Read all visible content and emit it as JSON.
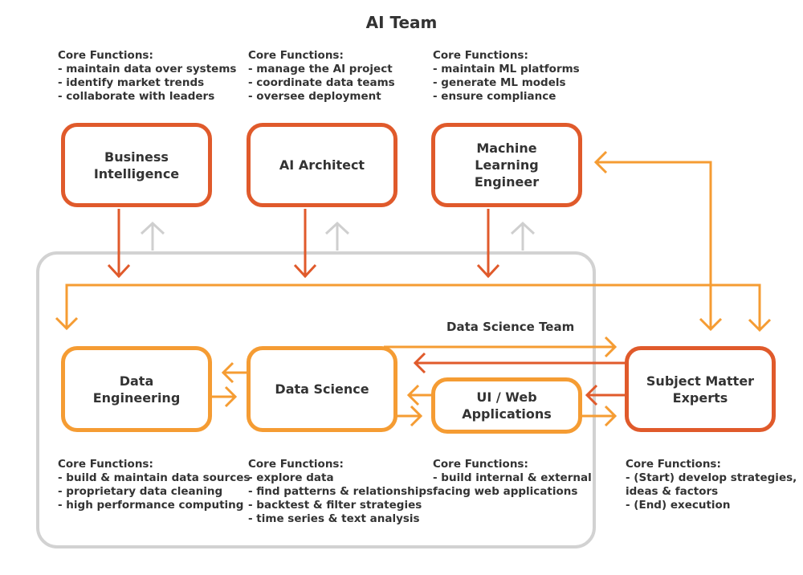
{
  "title": "AI Team",
  "data_science_team_label": "Data Science Team",
  "boxes": {
    "business_intelligence": "Business\nIntelligence",
    "ai_architect": "AI Architect",
    "ml_engineer": "Machine Learning\nEngineer",
    "data_engineering": "Data\nEngineering",
    "data_science": "Data Science",
    "ui_web": "UI / Web\nApplications",
    "sme": "Subject Matter\nExperts"
  },
  "core_functions": {
    "business_intelligence": [
      "Core Functions:",
      "- maintain data over systems",
      "- identify market trends",
      "- collaborate with leaders"
    ],
    "ai_architect": [
      "Core Functions:",
      "- manage the AI project",
      "- coordinate data teams",
      "- oversee deployment"
    ],
    "ml_engineer": [
      "Core Functions:",
      "- maintain ML platforms",
      "- generate ML models",
      "- ensure compliance"
    ],
    "data_engineering": [
      "Core Functions:",
      "- build & maintain data sources",
      "- proprietary data cleaning",
      "- high performance computing"
    ],
    "data_science": [
      "Core Functions:",
      "- explore data",
      "- find patterns & relationships",
      "- backtest & filter strategies",
      "- time series & text analysis"
    ],
    "ui_web": [
      "Core Functions:",
      "- build internal & external",
      "facing web applications"
    ],
    "sme": [
      "Core Functions:",
      "- (Start) develop strategies,",
      "ideas & factors",
      "- (End) execution"
    ]
  },
  "colors": {
    "red": "#e05a2b",
    "orange": "#f59c33",
    "gray": "#d2d2d2"
  }
}
